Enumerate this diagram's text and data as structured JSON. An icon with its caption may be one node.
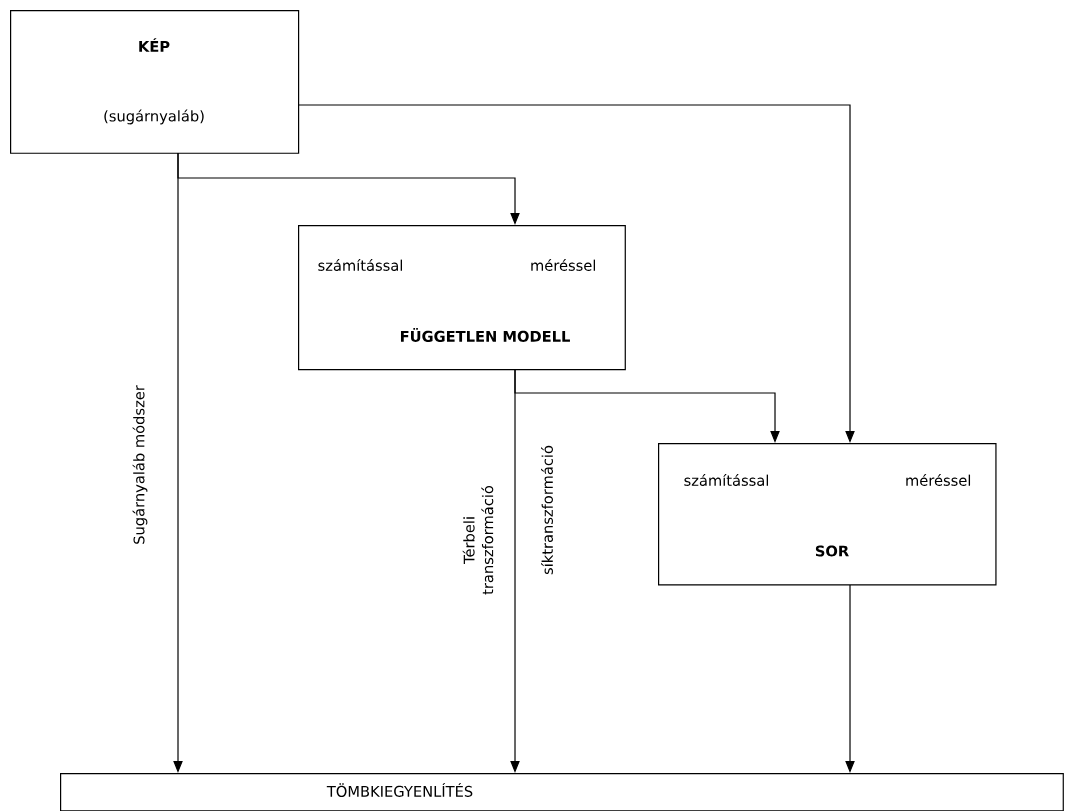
{
  "diagram": {
    "nodes": [
      {
        "text": [
          "KÉP",
          "(sugárnyaláb)"
        ]
      },
      {
        "text": [
          "számítással",
          "méréssel",
          "FÜGGETLEN MODELL"
        ]
      },
      {
        "text": [
          "számítással",
          "méréssel",
          "SOR"
        ]
      },
      {
        "text": [
          "TÖMBKIEGYENLÍTÉS"
        ]
      }
    ],
    "edges": [
      {
        "from": 0,
        "to": 3,
        "arrow": "to",
        "label": "Sugárnyaláb módszer"
      },
      {
        "from": 0,
        "to": 1,
        "arrow": "to"
      },
      {
        "from": 0,
        "to": 2,
        "arrow": "to"
      },
      {
        "from": 1,
        "to": 3,
        "arrow": "to",
        "label": "Térbeli transzformáció"
      },
      {
        "from": 1,
        "to": 2,
        "arrow": "to",
        "label": "síktranszformáció"
      },
      {
        "from": 2,
        "to": 3,
        "arrow": "to"
      }
    ]
  }
}
